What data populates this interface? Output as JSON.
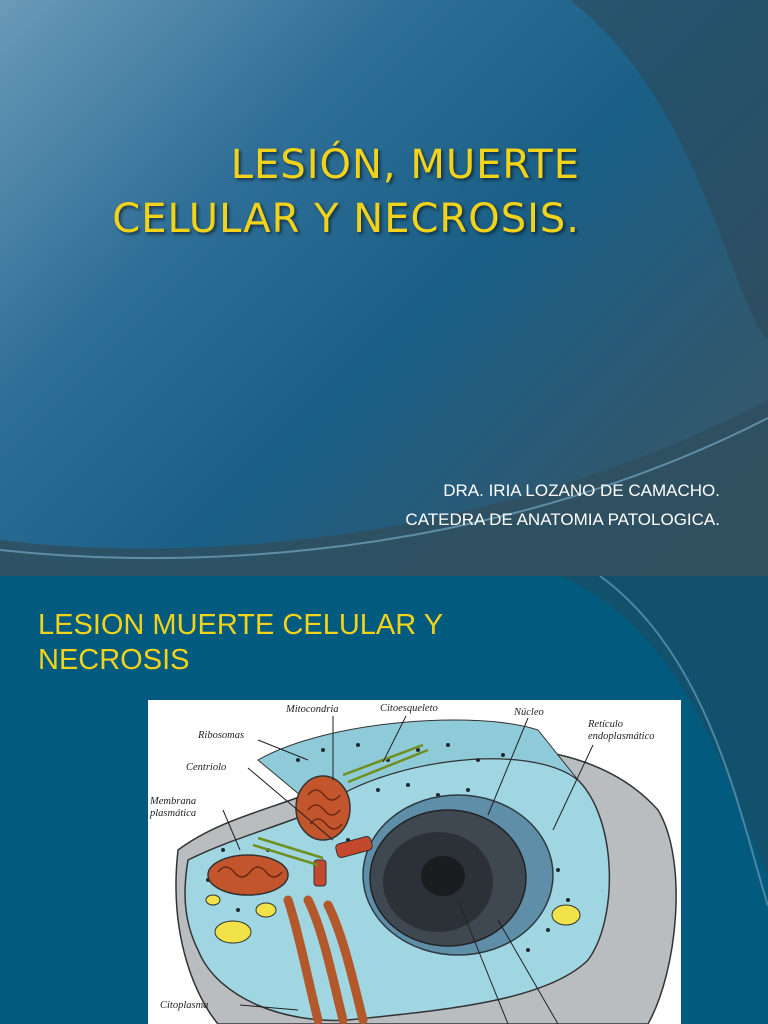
{
  "slides": [
    {
      "title_lines": [
        "LESIÓN, MUERTE",
        "CELULAR Y NECROSIS."
      ],
      "subtitle_lines": [
        "DRA. IRIA LOZANO DE CAMACHO.",
        "CATEDRA DE ANATOMIA PATOLOGICA."
      ]
    },
    {
      "title_lines": [
        "LESION MUERTE CELULAR Y",
        "NECROSIS"
      ],
      "figure": {
        "labels": {
          "mitocondria": "Mitocondria",
          "citoesqueleto": "Citoesqueleto",
          "nucleo": "Núcleo",
          "reticulo_1": "Retículo",
          "reticulo_2": "endoplasmático",
          "ribosomas": "Ribosomas",
          "centriolo": "Centriolo",
          "membrana_1": "Membrana",
          "membrana_2": "plasmática",
          "citoplasma": "Citoplasma"
        }
      }
    }
  ],
  "colors": {
    "title": "#f3d21a",
    "slide2_bg": "#025a7e",
    "cytoplasm": "#9fd6e2",
    "nucleus": "#3f4750",
    "mitochondria": "#c2552c"
  }
}
